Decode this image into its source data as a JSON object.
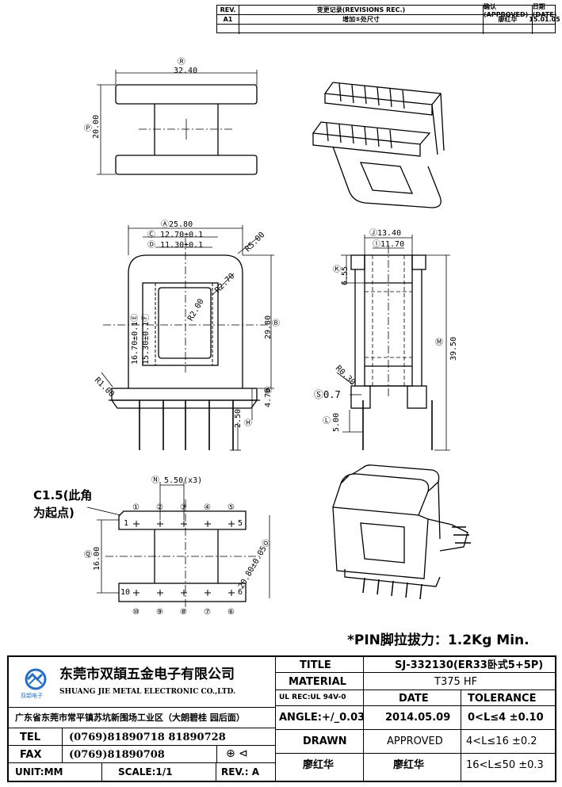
{
  "revision_table": {
    "headers": {
      "rev": "REV.",
      "changes": "变更记录(REVISIONS REC.)",
      "approved": "确认(APPROVED)",
      "date": "日期(DATE)"
    },
    "rows": [
      {
        "rev": "A1",
        "change": "增加⑤处尺寸",
        "approved": "廖红华",
        "date": "15.01.05"
      }
    ]
  },
  "views": {
    "top": {
      "label_r": "Ⓡ",
      "dim_32": "32.40",
      "label_p": "Ⓟ",
      "dim_20": "20.00"
    },
    "front": {
      "a": "Ⓐ25.80",
      "c": "Ⓒ 12.70±0.1",
      "d": "Ⓓ 11.30±0.1",
      "r5": "R5.00",
      "r27": "R2.70",
      "r2": "R2.00",
      "e": "16.70±0.1Ⓔ",
      "f": "15.30±0.1Ⓕ",
      "dim_29": "29.80",
      "label_b": "Ⓑ",
      "r1": "R1.00",
      "dim_47": "4.70",
      "label_g": "Ⓖ",
      "dim_25": "2.50",
      "label_h": "Ⓗ"
    },
    "side": {
      "j": "Ⓙ13.40",
      "i": "Ⓘ11.70",
      "k": "Ⓚ",
      "dim_655": "6.55",
      "dim_395": "39.50",
      "label_m": "Ⓜ",
      "r03": "R0.30",
      "s": "Ⓢ0.7",
      "l": "Ⓛ",
      "dim_5": "5.00"
    },
    "bottom": {
      "c15": "C1.5(此角",
      "c15b": "为起点)",
      "n": "Ⓝ 5.50(x3)",
      "q": "Ⓠ",
      "dim_16": "16.00",
      "o": "20.80±0.05Ⓞ",
      "pins_top": [
        "①",
        "②",
        "③",
        "④",
        "⑤"
      ],
      "pins_bottom": [
        "⑩",
        "⑨",
        "⑧",
        "⑦",
        "⑥"
      ],
      "pin5": "5",
      "pin6": "6",
      "pin1": "1",
      "pin10": "10"
    }
  },
  "pin_note": "*PIN脚拉拔力：1.2Kg Min.",
  "title_block": {
    "company_cn": "东莞市双頡五金电子有限公司",
    "company_en": "SHUANG JIE METAL ELECTRONIC CO.,LTD.",
    "logo_text": "双頡电子",
    "address": "广东省东莞市常平镇苏坑新围场工业区（大朗碧桂 园后面）",
    "tel_label": "TEL",
    "tel": "(0769)81890718 81890728",
    "fax_label": "FAX",
    "fax": "(0769)81890708",
    "unit": "UNIT:MM",
    "scale": "SCALE:1/1",
    "rev": "REV.: A",
    "title_label": "TITLE",
    "title": "SJ-332130(ER33卧式5+5P)",
    "material_label": "MATERIAL",
    "material": "T375 HF",
    "ul_rec": "UL REC:UL 94V-0",
    "date_label": "DATE",
    "tolerance_label": "TOLERANCE",
    "angle": "ANGLE:+/_0.03",
    "date": "2014.05.09",
    "tol1": "0<L≤4   ±0.10",
    "drawn_label": "DRAWN",
    "approved_label": "APPROVED",
    "tol2": "4<L≤16 ±0.2",
    "drawn": "廖红华",
    "approved": "廖红华",
    "tol3": "16<L≤50 ±0.3"
  }
}
